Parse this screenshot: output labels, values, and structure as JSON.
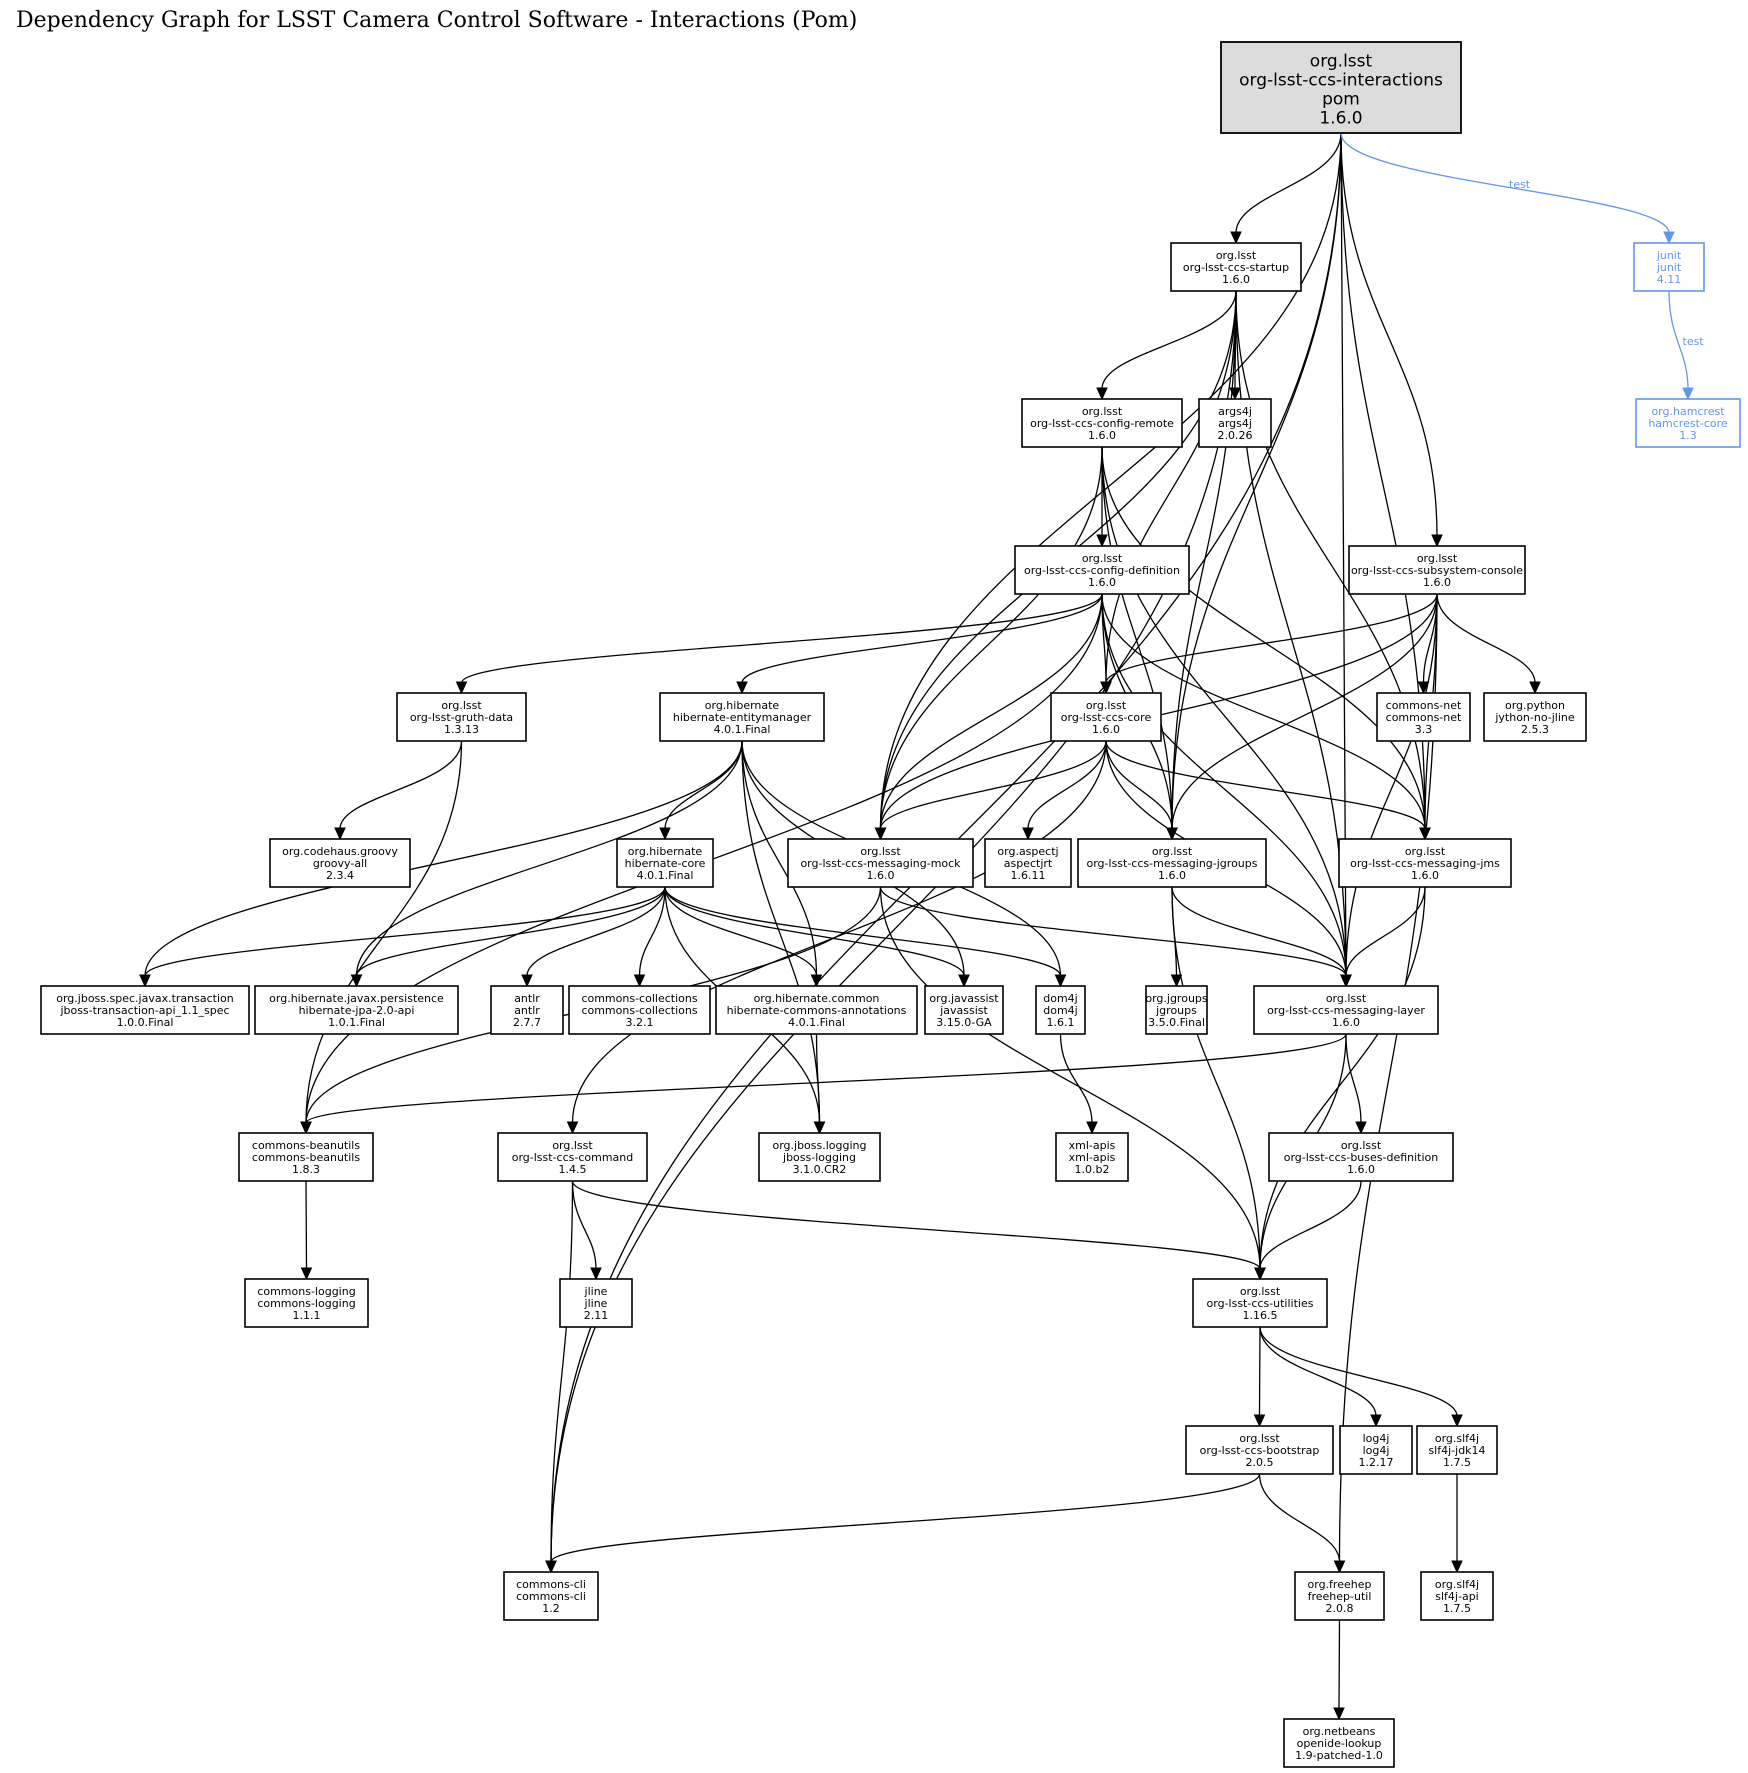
{
  "title": "Dependency Graph for LSST Camera Control Software - Interactions (Pom)",
  "colors": {
    "root_fill": "#dcdcdc",
    "test": "#6495ed",
    "default": "#000000"
  },
  "nodes": [
    {
      "id": "interactions",
      "lines": [
        "org.lsst",
        "org-lsst-ccs-interactions",
        "pom",
        "1.6.0"
      ],
      "root": true
    },
    {
      "id": "startup",
      "lines": [
        "org.lsst",
        "org-lsst-ccs-startup",
        "1.6.0"
      ]
    },
    {
      "id": "junit",
      "lines": [
        "junit",
        "junit",
        "4.11"
      ],
      "scope": "test"
    },
    {
      "id": "hamcrest",
      "lines": [
        "org.hamcrest",
        "hamcrest-core",
        "1.3"
      ],
      "scope": "test"
    },
    {
      "id": "config-remote",
      "lines": [
        "org.lsst",
        "org-lsst-ccs-config-remote",
        "1.6.0"
      ]
    },
    {
      "id": "args4j",
      "lines": [
        "args4j",
        "args4j",
        "2.0.26"
      ]
    },
    {
      "id": "config-definition",
      "lines": [
        "org.lsst",
        "org-lsst-ccs-config-definition",
        "1.6.0"
      ]
    },
    {
      "id": "subsystem-console",
      "lines": [
        "org.lsst",
        "org-lsst-ccs-subsystem-console",
        "1.6.0"
      ]
    },
    {
      "id": "gruth-data",
      "lines": [
        "org.lsst",
        "org-lsst-gruth-data",
        "1.3.13"
      ]
    },
    {
      "id": "entitymanager",
      "lines": [
        "org.hibernate",
        "hibernate-entitymanager",
        "4.0.1.Final"
      ]
    },
    {
      "id": "core",
      "lines": [
        "org.lsst",
        "org-lsst-ccs-core",
        "1.6.0"
      ]
    },
    {
      "id": "commons-net",
      "lines": [
        "commons-net",
        "commons-net",
        "3.3"
      ]
    },
    {
      "id": "jython",
      "lines": [
        "org.python",
        "jython-no-jline",
        "2.5.3"
      ]
    },
    {
      "id": "groovy",
      "lines": [
        "org.codehaus.groovy",
        "groovy-all",
        "2.3.4"
      ]
    },
    {
      "id": "hibernate-core",
      "lines": [
        "org.hibernate",
        "hibernate-core",
        "4.0.1.Final"
      ]
    },
    {
      "id": "messaging-mock",
      "lines": [
        "org.lsst",
        "org-lsst-ccs-messaging-mock",
        "1.6.0"
      ]
    },
    {
      "id": "aspectjrt",
      "lines": [
        "org.aspectj",
        "aspectjrt",
        "1.6.11"
      ]
    },
    {
      "id": "messaging-jgroups",
      "lines": [
        "org.lsst",
        "org-lsst-ccs-messaging-jgroups",
        "1.6.0"
      ]
    },
    {
      "id": "messaging-jms",
      "lines": [
        "org.lsst",
        "org-lsst-ccs-messaging-jms",
        "1.6.0"
      ]
    },
    {
      "id": "jboss-transaction",
      "lines": [
        "org.jboss.spec.javax.transaction",
        "jboss-transaction-api_1.1_spec",
        "1.0.0.Final"
      ]
    },
    {
      "id": "hibernate-jpa",
      "lines": [
        "org.hibernate.javax.persistence",
        "hibernate-jpa-2.0-api",
        "1.0.1.Final"
      ]
    },
    {
      "id": "antlr",
      "lines": [
        "antlr",
        "antlr",
        "2.7.7"
      ]
    },
    {
      "id": "commons-collections",
      "lines": [
        "commons-collections",
        "commons-collections",
        "3.2.1"
      ]
    },
    {
      "id": "hibernate-annotations",
      "lines": [
        "org.hibernate.common",
        "hibernate-commons-annotations",
        "4.0.1.Final"
      ]
    },
    {
      "id": "javassist",
      "lines": [
        "org.javassist",
        "javassist",
        "3.15.0-GA"
      ]
    },
    {
      "id": "dom4j",
      "lines": [
        "dom4j",
        "dom4j",
        "1.6.1"
      ]
    },
    {
      "id": "jgroups",
      "lines": [
        "org.jgroups",
        "jgroups",
        "3.5.0.Final"
      ]
    },
    {
      "id": "messaging-layer",
      "lines": [
        "org.lsst",
        "org-lsst-ccs-messaging-layer",
        "1.6.0"
      ]
    },
    {
      "id": "commons-beanutils",
      "lines": [
        "commons-beanutils",
        "commons-beanutils",
        "1.8.3"
      ]
    },
    {
      "id": "command",
      "lines": [
        "org.lsst",
        "org-lsst-ccs-command",
        "1.4.5"
      ]
    },
    {
      "id": "jboss-logging",
      "lines": [
        "org.jboss.logging",
        "jboss-logging",
        "3.1.0.CR2"
      ]
    },
    {
      "id": "xml-apis",
      "lines": [
        "xml-apis",
        "xml-apis",
        "1.0.b2"
      ]
    },
    {
      "id": "buses-definition",
      "lines": [
        "org.lsst",
        "org-lsst-ccs-buses-definition",
        "1.6.0"
      ]
    },
    {
      "id": "commons-logging",
      "lines": [
        "commons-logging",
        "commons-logging",
        "1.1.1"
      ]
    },
    {
      "id": "jline",
      "lines": [
        "jline",
        "jline",
        "2.11"
      ]
    },
    {
      "id": "utilities",
      "lines": [
        "org.lsst",
        "org-lsst-ccs-utilities",
        "1.16.5"
      ]
    },
    {
      "id": "bootstrap",
      "lines": [
        "org.lsst",
        "org-lsst-ccs-bootstrap",
        "2.0.5"
      ]
    },
    {
      "id": "log4j",
      "lines": [
        "log4j",
        "log4j",
        "1.2.17"
      ]
    },
    {
      "id": "slf4j-jdk14",
      "lines": [
        "org.slf4j",
        "slf4j-jdk14",
        "1.7.5"
      ]
    },
    {
      "id": "commons-cli",
      "lines": [
        "commons-cli",
        "commons-cli",
        "1.2"
      ]
    },
    {
      "id": "freehep",
      "lines": [
        "org.freehep",
        "freehep-util",
        "2.0.8"
      ]
    },
    {
      "id": "slf4j-api",
      "lines": [
        "org.slf4j",
        "slf4j-api",
        "1.7.5"
      ]
    },
    {
      "id": "openide",
      "lines": [
        "org.netbeans",
        "openide-lookup",
        "1.9-patched-1.0"
      ]
    }
  ],
  "edges": [
    {
      "from": "interactions",
      "to": "startup"
    },
    {
      "from": "interactions",
      "to": "messaging-mock"
    },
    {
      "from": "interactions",
      "to": "messaging-jgroups"
    },
    {
      "from": "interactions",
      "to": "messaging-jms"
    },
    {
      "from": "interactions",
      "to": "subsystem-console"
    },
    {
      "from": "interactions",
      "to": "messaging-layer"
    },
    {
      "from": "interactions",
      "to": "commons-cli"
    },
    {
      "from": "interactions",
      "to": "junit",
      "label": "test",
      "scope": "test"
    },
    {
      "from": "junit",
      "to": "hamcrest",
      "label": "test",
      "scope": "test"
    },
    {
      "from": "startup",
      "to": "config-remote"
    },
    {
      "from": "startup",
      "to": "args4j"
    },
    {
      "from": "startup",
      "to": "core"
    },
    {
      "from": "startup",
      "to": "messaging-mock"
    },
    {
      "from": "startup",
      "to": "messaging-jgroups"
    },
    {
      "from": "startup",
      "to": "messaging-jms"
    },
    {
      "from": "startup",
      "to": "messaging-layer"
    },
    {
      "from": "startup",
      "to": "commons-cli"
    },
    {
      "from": "config-remote",
      "to": "config-definition"
    },
    {
      "from": "config-remote",
      "to": "messaging-mock"
    },
    {
      "from": "config-remote",
      "to": "messaging-jgroups"
    },
    {
      "from": "config-remote",
      "to": "messaging-jms"
    },
    {
      "from": "config-remote",
      "to": "messaging-layer"
    },
    {
      "from": "config-definition",
      "to": "gruth-data"
    },
    {
      "from": "config-definition",
      "to": "entitymanager"
    },
    {
      "from": "config-definition",
      "to": "core"
    },
    {
      "from": "config-definition",
      "to": "messaging-mock"
    },
    {
      "from": "config-definition",
      "to": "messaging-jgroups"
    },
    {
      "from": "config-definition",
      "to": "messaging-jms"
    },
    {
      "from": "config-definition",
      "to": "messaging-layer"
    },
    {
      "from": "config-definition",
      "to": "commons-beanutils"
    },
    {
      "from": "subsystem-console",
      "to": "core"
    },
    {
      "from": "subsystem-console",
      "to": "commons-net"
    },
    {
      "from": "subsystem-console",
      "to": "jython"
    },
    {
      "from": "subsystem-console",
      "to": "messaging-mock"
    },
    {
      "from": "subsystem-console",
      "to": "messaging-jgroups"
    },
    {
      "from": "subsystem-console",
      "to": "messaging-jms"
    },
    {
      "from": "subsystem-console",
      "to": "messaging-layer"
    },
    {
      "from": "subsystem-console",
      "to": "freehep"
    },
    {
      "from": "gruth-data",
      "to": "groovy"
    },
    {
      "from": "gruth-data",
      "to": "commons-beanutils"
    },
    {
      "from": "entitymanager",
      "to": "hibernate-core"
    },
    {
      "from": "entitymanager",
      "to": "jboss-transaction"
    },
    {
      "from": "entitymanager",
      "to": "hibernate-jpa"
    },
    {
      "from": "entitymanager",
      "to": "hibernate-annotations"
    },
    {
      "from": "entitymanager",
      "to": "javassist"
    },
    {
      "from": "entitymanager",
      "to": "dom4j"
    },
    {
      "from": "entitymanager",
      "to": "jboss-logging"
    },
    {
      "from": "core",
      "to": "messaging-mock"
    },
    {
      "from": "core",
      "to": "aspectjrt"
    },
    {
      "from": "core",
      "to": "messaging-jgroups"
    },
    {
      "from": "core",
      "to": "messaging-jms"
    },
    {
      "from": "core",
      "to": "messaging-layer"
    },
    {
      "from": "core",
      "to": "command"
    },
    {
      "from": "hibernate-core",
      "to": "jboss-transaction"
    },
    {
      "from": "hibernate-core",
      "to": "hibernate-jpa"
    },
    {
      "from": "hibernate-core",
      "to": "antlr"
    },
    {
      "from": "hibernate-core",
      "to": "commons-collections"
    },
    {
      "from": "hibernate-core",
      "to": "hibernate-annotations"
    },
    {
      "from": "hibernate-core",
      "to": "javassist"
    },
    {
      "from": "hibernate-core",
      "to": "dom4j"
    },
    {
      "from": "hibernate-core",
      "to": "jboss-logging"
    },
    {
      "from": "messaging-mock",
      "to": "messaging-layer"
    },
    {
      "from": "messaging-mock",
      "to": "commons-beanutils"
    },
    {
      "from": "messaging-mock",
      "to": "utilities"
    },
    {
      "from": "messaging-jgroups",
      "to": "jgroups"
    },
    {
      "from": "messaging-jgroups",
      "to": "messaging-layer"
    },
    {
      "from": "messaging-jgroups",
      "to": "utilities"
    },
    {
      "from": "messaging-jms",
      "to": "messaging-layer"
    },
    {
      "from": "messaging-jms",
      "to": "utilities"
    },
    {
      "from": "hibernate-annotations",
      "to": "jboss-logging"
    },
    {
      "from": "dom4j",
      "to": "xml-apis"
    },
    {
      "from": "messaging-layer",
      "to": "buses-definition"
    },
    {
      "from": "messaging-layer",
      "to": "utilities"
    },
    {
      "from": "messaging-layer",
      "to": "commons-beanutils"
    },
    {
      "from": "commons-beanutils",
      "to": "commons-logging"
    },
    {
      "from": "command",
      "to": "jline"
    },
    {
      "from": "command",
      "to": "commons-cli"
    },
    {
      "from": "command",
      "to": "utilities"
    },
    {
      "from": "buses-definition",
      "to": "utilities"
    },
    {
      "from": "utilities",
      "to": "bootstrap"
    },
    {
      "from": "utilities",
      "to": "log4j"
    },
    {
      "from": "utilities",
      "to": "slf4j-jdk14"
    },
    {
      "from": "bootstrap",
      "to": "commons-cli"
    },
    {
      "from": "bootstrap",
      "to": "freehep"
    },
    {
      "from": "slf4j-jdk14",
      "to": "slf4j-api"
    },
    {
      "from": "freehep",
      "to": "openide"
    }
  ]
}
